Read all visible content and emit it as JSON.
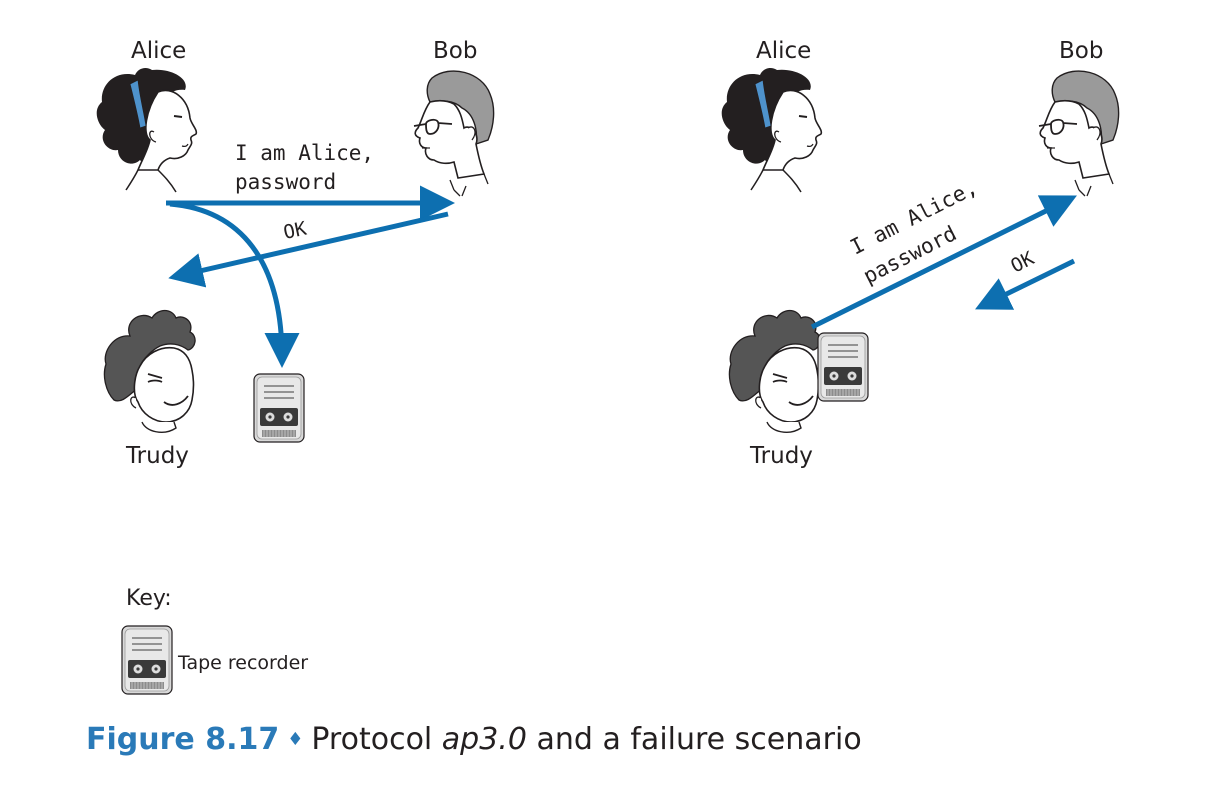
{
  "left_scenario": {
    "alice_label": "Alice",
    "bob_label": "Bob",
    "trudy_label": "Trudy",
    "msg_line1": "I am Alice,",
    "msg_line2": "password",
    "ok_label": "OK"
  },
  "right_scenario": {
    "alice_label": "Alice",
    "bob_label": "Bob",
    "trudy_label": "Trudy",
    "msg_line1": "I am Alice,",
    "msg_line2": "password",
    "ok_label": "OK"
  },
  "key": {
    "title": "Key:",
    "tape_recorder_label": "Tape recorder"
  },
  "caption": {
    "figure_number": "Figure 8.17",
    "separator": "♦",
    "text_before": "Protocol ",
    "protocol_name": "ap3.0",
    "text_after": " and a failure scenario"
  },
  "colors": {
    "arrow": "#0d6fb0",
    "caption_accent": "#2a7ab8",
    "text": "#231f20"
  },
  "icons": [
    "alice-face-icon",
    "bob-face-icon",
    "trudy-face-icon",
    "tape-recorder-icon"
  ]
}
